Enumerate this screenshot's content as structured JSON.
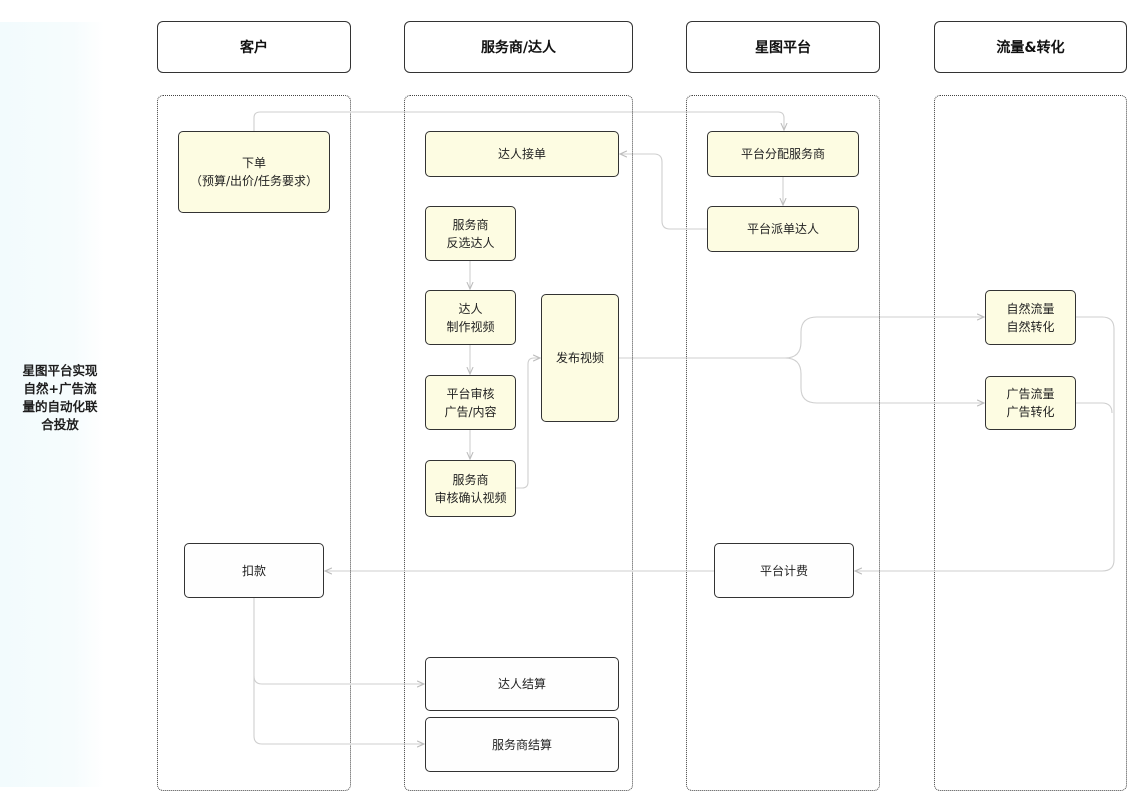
{
  "side_label": "星图平台实现\n自然+广告流\n量的自动化联\n合投放",
  "lanes": [
    {
      "title": "客户"
    },
    {
      "title": "服务商/达人"
    },
    {
      "title": "星图平台"
    },
    {
      "title": "流量&转化"
    }
  ],
  "nodes": {
    "place_order": "下单\n（预算/出价/任务要求）",
    "creator_accept": "达人接单",
    "platform_assign": "平台分配服务商",
    "platform_dispatch": "平台派单达人",
    "provider_select": "服务商\n反选达人",
    "creator_make": "达人\n制作视频",
    "platform_review": "平台审核\n广告/内容",
    "provider_confirm": "服务商\n审核确认视频",
    "publish_video": "发布视频",
    "natural_traffic": "自然流量\n自然转化",
    "ad_traffic": "广告流量\n广告转化",
    "deduct": "扣款",
    "platform_billing": "平台计费",
    "creator_settle": "达人结算",
    "provider_settle": "服务商结算"
  }
}
